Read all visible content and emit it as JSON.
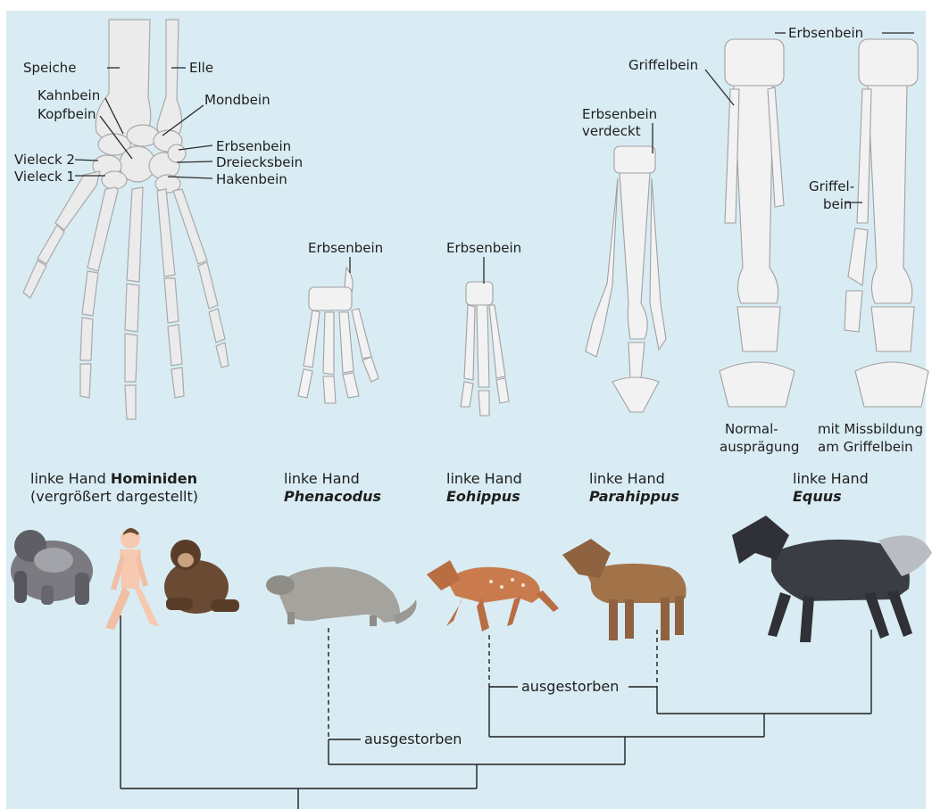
{
  "labels": {
    "speiche": "Speiche",
    "elle": "Elle",
    "kahnbein": "Kahnbein",
    "kopfbein": "Kopfbein",
    "mondbein": "Mondbein",
    "vieleck2": "Vieleck 2",
    "vieleck1": "Vieleck 1",
    "erbsenbein": "Erbsenbein",
    "dreiecksbein": "Dreiecksbein",
    "hakenbein": "Hakenbein",
    "erbsenbein_phenacodus": "Erbsenbein",
    "erbsenbein_eohippus": "Erbsenbein",
    "erbsenbein_verdeckt_1": "Erbsenbein",
    "erbsenbein_verdeckt_2": "verdeckt",
    "griffelbein": "Griffelbein",
    "erbsenbein_equus": "Erbsenbein",
    "griffelbein_split_1": "Griffel-",
    "griffelbein_split_2": "bein",
    "normal_1": "Normal-",
    "normal_2": "ausprägung",
    "missbildung_1": "mit Missbildung",
    "missbildung_2": "am Griffelbein"
  },
  "captions": {
    "hominiden": {
      "prefix": "linke Hand ",
      "name": "Hominiden",
      "line2": "(vergrößert dargestellt)"
    },
    "phenacodus": {
      "line1": "linke Hand",
      "name": "Phenacodus"
    },
    "eohippus": {
      "line1": "linke Hand",
      "name": "Eohippus"
    },
    "parahippus": {
      "line1": "linke Hand",
      "name": "Parahippus"
    },
    "equus": {
      "line1": "linke Hand",
      "name": "Equus"
    }
  },
  "tree": {
    "extinct_1": "ausgestorben",
    "extinct_2": "ausgestorben"
  },
  "colors": {
    "panel_background": "#d9ecf3",
    "bone_fill": "#ebebeb",
    "gorilla": "#7a7a80",
    "human": "#f6c9b0",
    "chimpanzee": "#6b4a33",
    "phenacodus": "#a5a39d",
    "eohippus": "#c97b4d",
    "parahippus": "#a27248",
    "equus": "#3b3d44"
  },
  "icons": [
    "hand-skeleton-icon",
    "gorilla-icon",
    "human-icon",
    "chimpanzee-icon",
    "phenacodus-icon",
    "eohippus-icon",
    "parahippus-icon",
    "horse-icon"
  ]
}
